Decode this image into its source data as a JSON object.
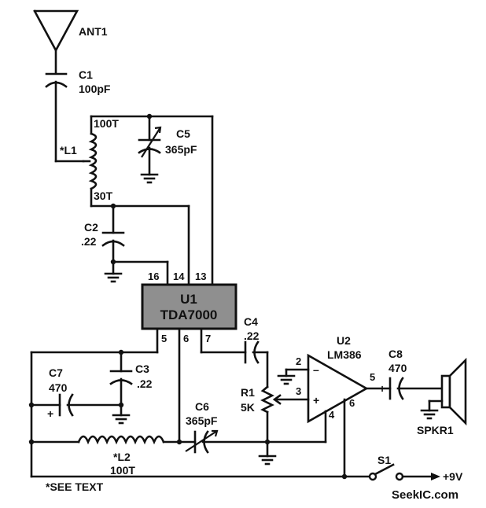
{
  "labels": {
    "ant1": "ANT1",
    "c1_name": "C1",
    "c1_value": "100pF",
    "l1_top_turns": "100T",
    "l1_name": "*L1",
    "l1_bottom_turns": "30T",
    "c5_name": "C5",
    "c5_value": "365pF",
    "c2_name": "C2",
    "c2_value": ".22",
    "u1_name": "U1",
    "u1_part": "TDA7000",
    "u1_pin16": "16",
    "u1_pin14": "14",
    "u1_pin13": "13",
    "u1_pin5": "5",
    "u1_pin6": "6",
    "u1_pin7": "7",
    "c4_name": "C4",
    "c4_value": ".22",
    "u2_name": "U2",
    "u2_part": "LM386",
    "u2_pin2": "2",
    "u2_pin3": "3",
    "u2_pin4": "4",
    "u2_pin5": "5",
    "u2_pin6": "6",
    "u2_minus": "–",
    "u2_plus": "+",
    "c8_name": "C8",
    "c8_value": "470",
    "c8_plus": "+",
    "spkr1": "SPKR1",
    "c7_name": "C7",
    "c7_value": "470",
    "c7_plus": "+",
    "c3_name": "C3",
    "c3_value": ".22",
    "r1_name": "R1",
    "r1_value": "5K",
    "c6_name": "C6",
    "c6_value": "365pF",
    "l2_name": "*L2",
    "l2_turns": "100T",
    "s1_name": "S1",
    "supply": "+9V",
    "footnote": "*SEE TEXT",
    "watermark": "SeekIC.com"
  }
}
